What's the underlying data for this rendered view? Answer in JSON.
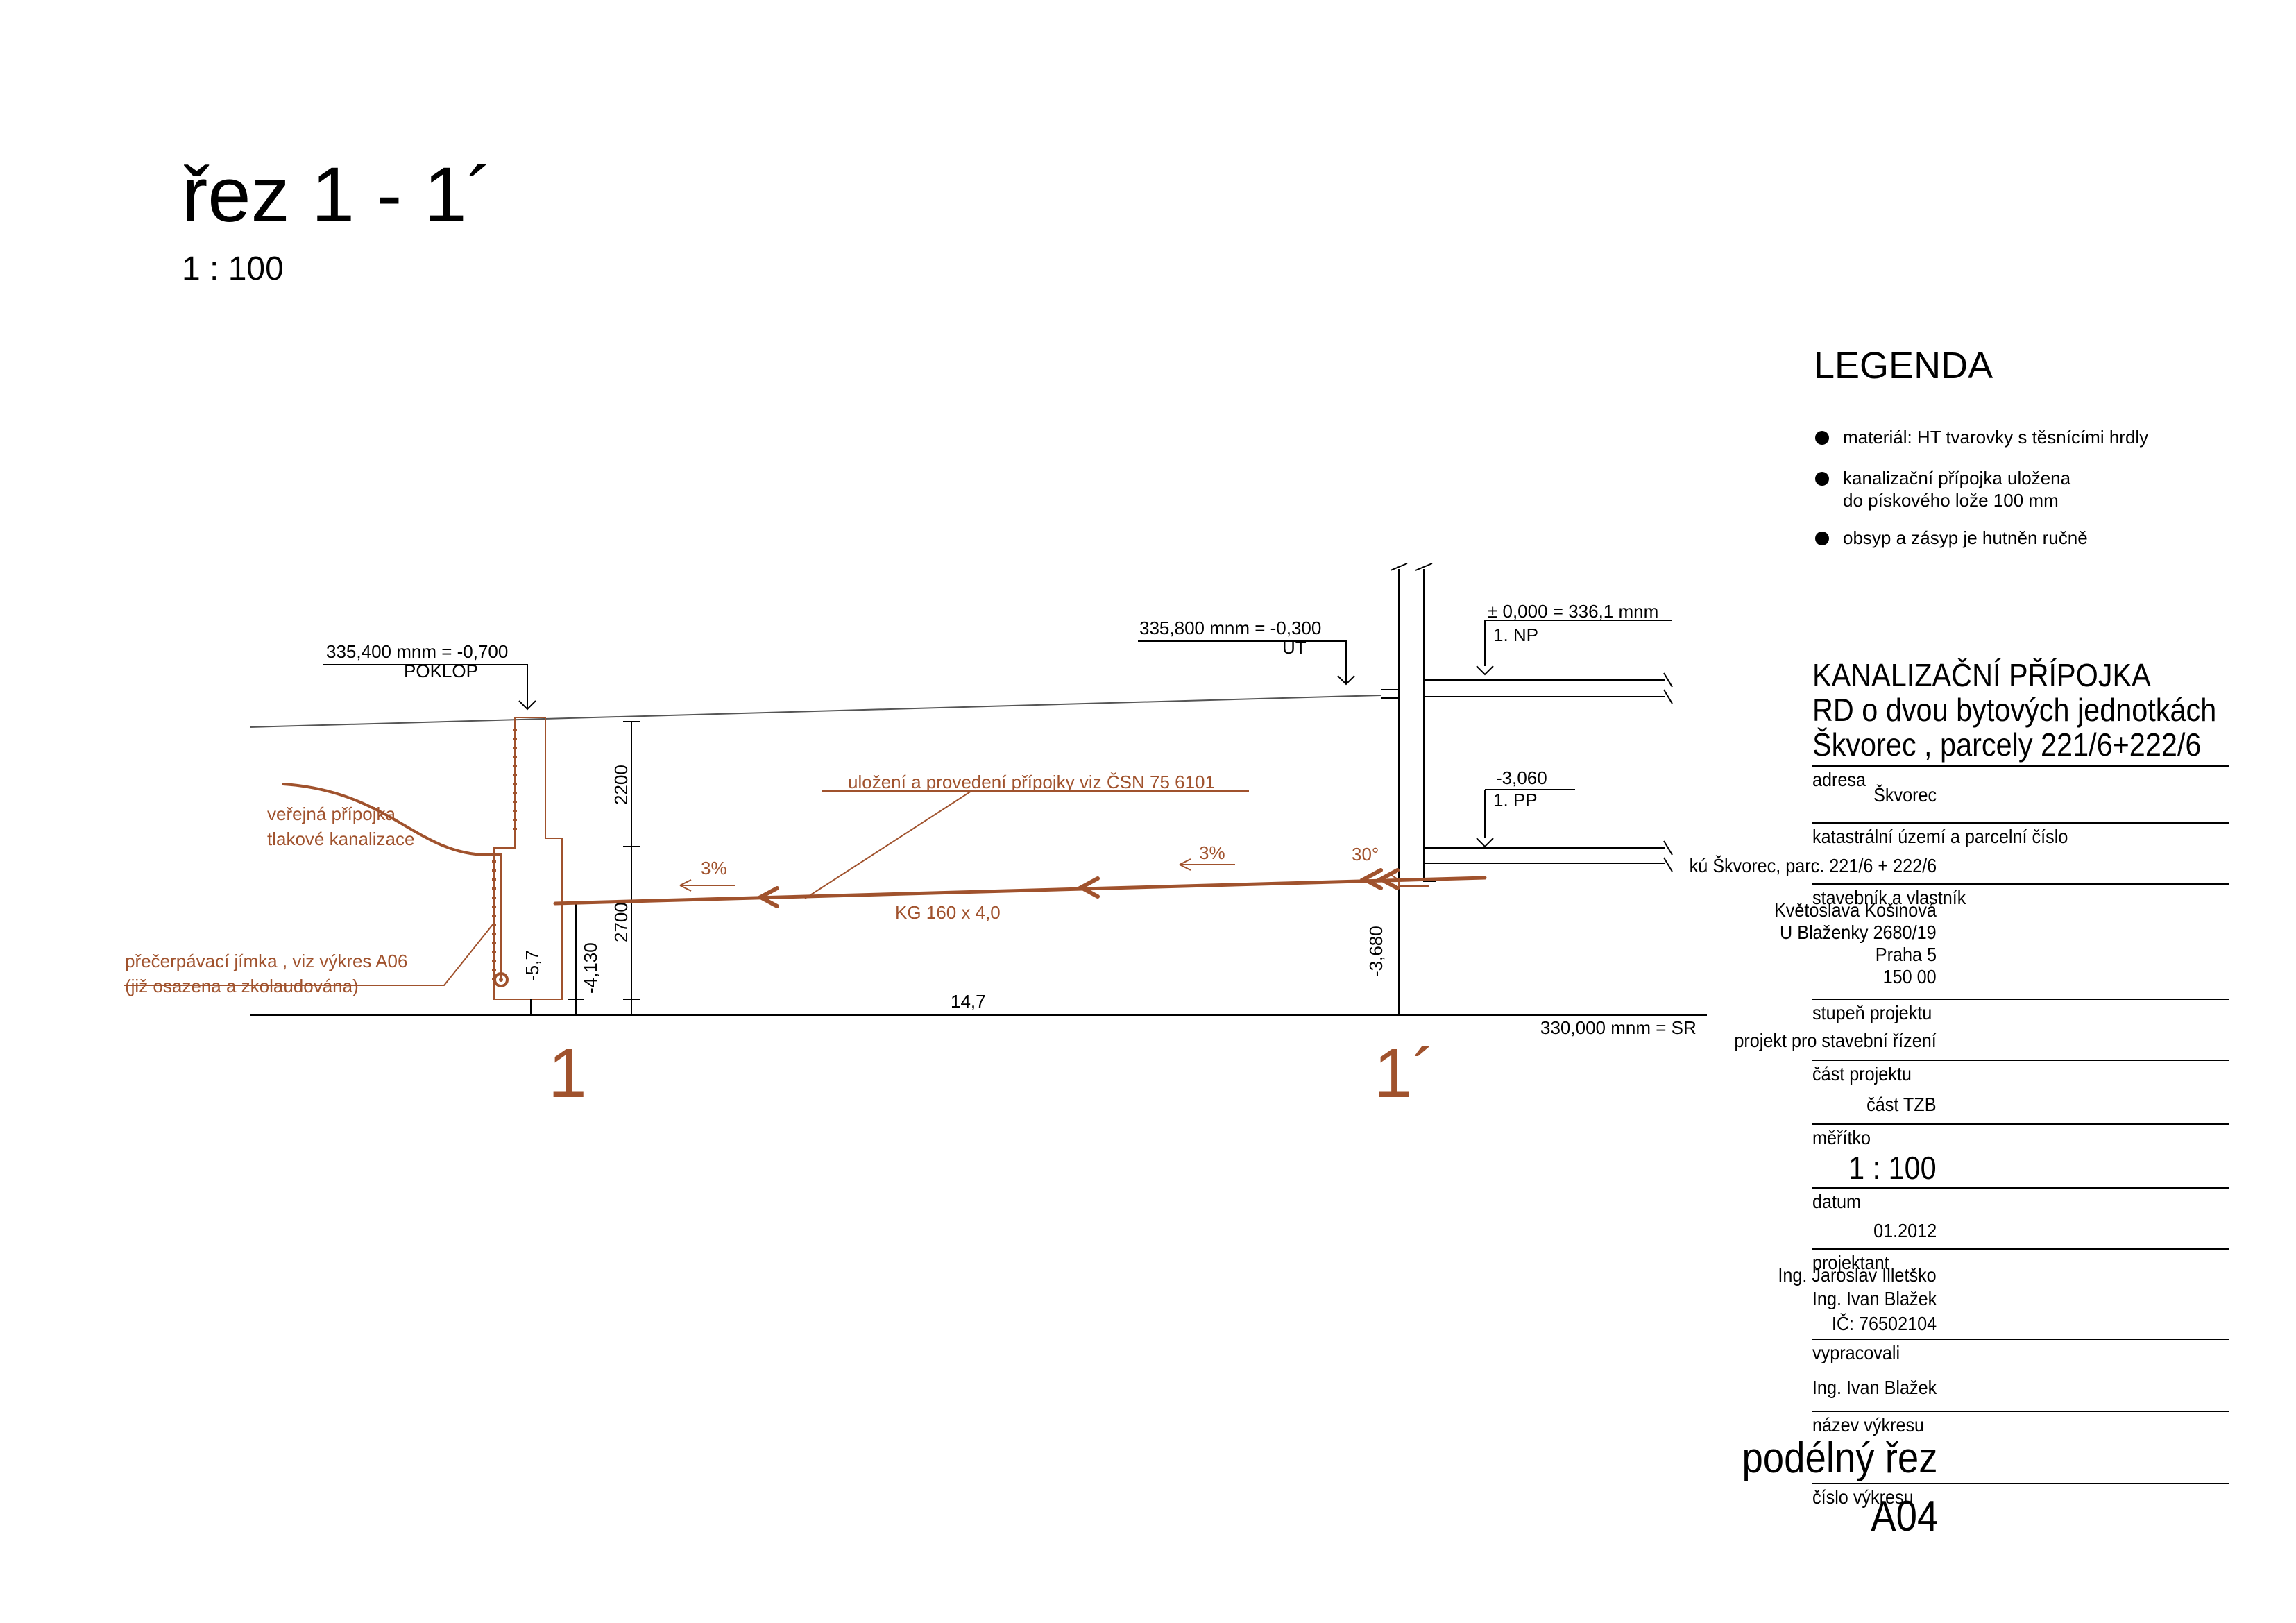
{
  "drawing": {
    "title": "řez 1 - 1´",
    "scale": "1 : 100"
  },
  "legend": {
    "title": "LEGENDA",
    "items": [
      "materiál: HT tvarovky s těsnícími hrdly",
      "kanalizační přípojka uložena",
      "do pískového lože 100 mm",
      "obsyp a zásyp je hutněn ručně"
    ]
  },
  "section": {
    "label_poklop_level": "335,400 mnm = -0,700",
    "label_poklop": "POKLOP",
    "label_ut_level": "335,800 mnm = -0,300",
    "label_ut": "UT",
    "label_np_level": "± 0,000 = 336,1 mnm",
    "label_np": "1. NP",
    "label_pp_level": "-3,060",
    "label_pp": "1. PP",
    "label_public": "veřejná přípojka",
    "label_public2": "tlakové kanalizace",
    "label_pump": "přečerpávací jímka , viz výkres A06",
    "label_pump2": "(již osazena a zkolaudována)",
    "label_standard": "uložení a provedení přípojky viz ČSN 75 6101",
    "slope_1": "3%",
    "slope_2": "3%",
    "angle": "30°",
    "pipe": "KG 160 x 4,0",
    "dim_2200": "2200",
    "dim_2700": "2700",
    "dim_4130": "-4,130",
    "dim_57": "-5,7",
    "dim_3680": "-3,680",
    "dim_147": "14,7",
    "datum_level": "330,000 mnm = SR",
    "marker_1": "1",
    "marker_1p": "1´",
    "accent_color": "#a0522d"
  },
  "titleblock": {
    "heading_1": "KANALIZAČNÍ PŘÍPOJKA",
    "heading_2": "RD o dvou bytových jednotkách",
    "heading_3": "Škvorec , parcely  221/6+222/6",
    "adresa_label": "adresa",
    "adresa_value": "Škvorec",
    "kat_label": "katastrální území a parcelní číslo",
    "kat_value": "kú Škvorec, parc. 221/6 + 222/6",
    "owner_label": "stavebník a vlastník",
    "owner_1": "Květoslava Košinová",
    "owner_2": "U Blaženky 2680/19",
    "owner_3": "Praha 5",
    "owner_4": "150 00",
    "stage_label": "stupeň projektu",
    "stage_value": "projekt pro stavební řízení",
    "part_label": "část projektu",
    "part_value": "část TZB",
    "scale_label": "měřítko",
    "scale_value": "1 : 100",
    "date_label": "datum",
    "date_value": "01.2012",
    "designer_label": "projektant",
    "designer_1": "Ing. Jaroslav Illetško",
    "designer_2": "Ing. Ivan Blažek",
    "designer_3": "IČ: 76502104",
    "prepared_label": "vypracovali",
    "prepared_value": "Ing. Ivan Blažek",
    "name_label": "název výkresu",
    "name_value": "podélný řez",
    "num_label": "číslo výkresu",
    "num_value": "A04"
  }
}
